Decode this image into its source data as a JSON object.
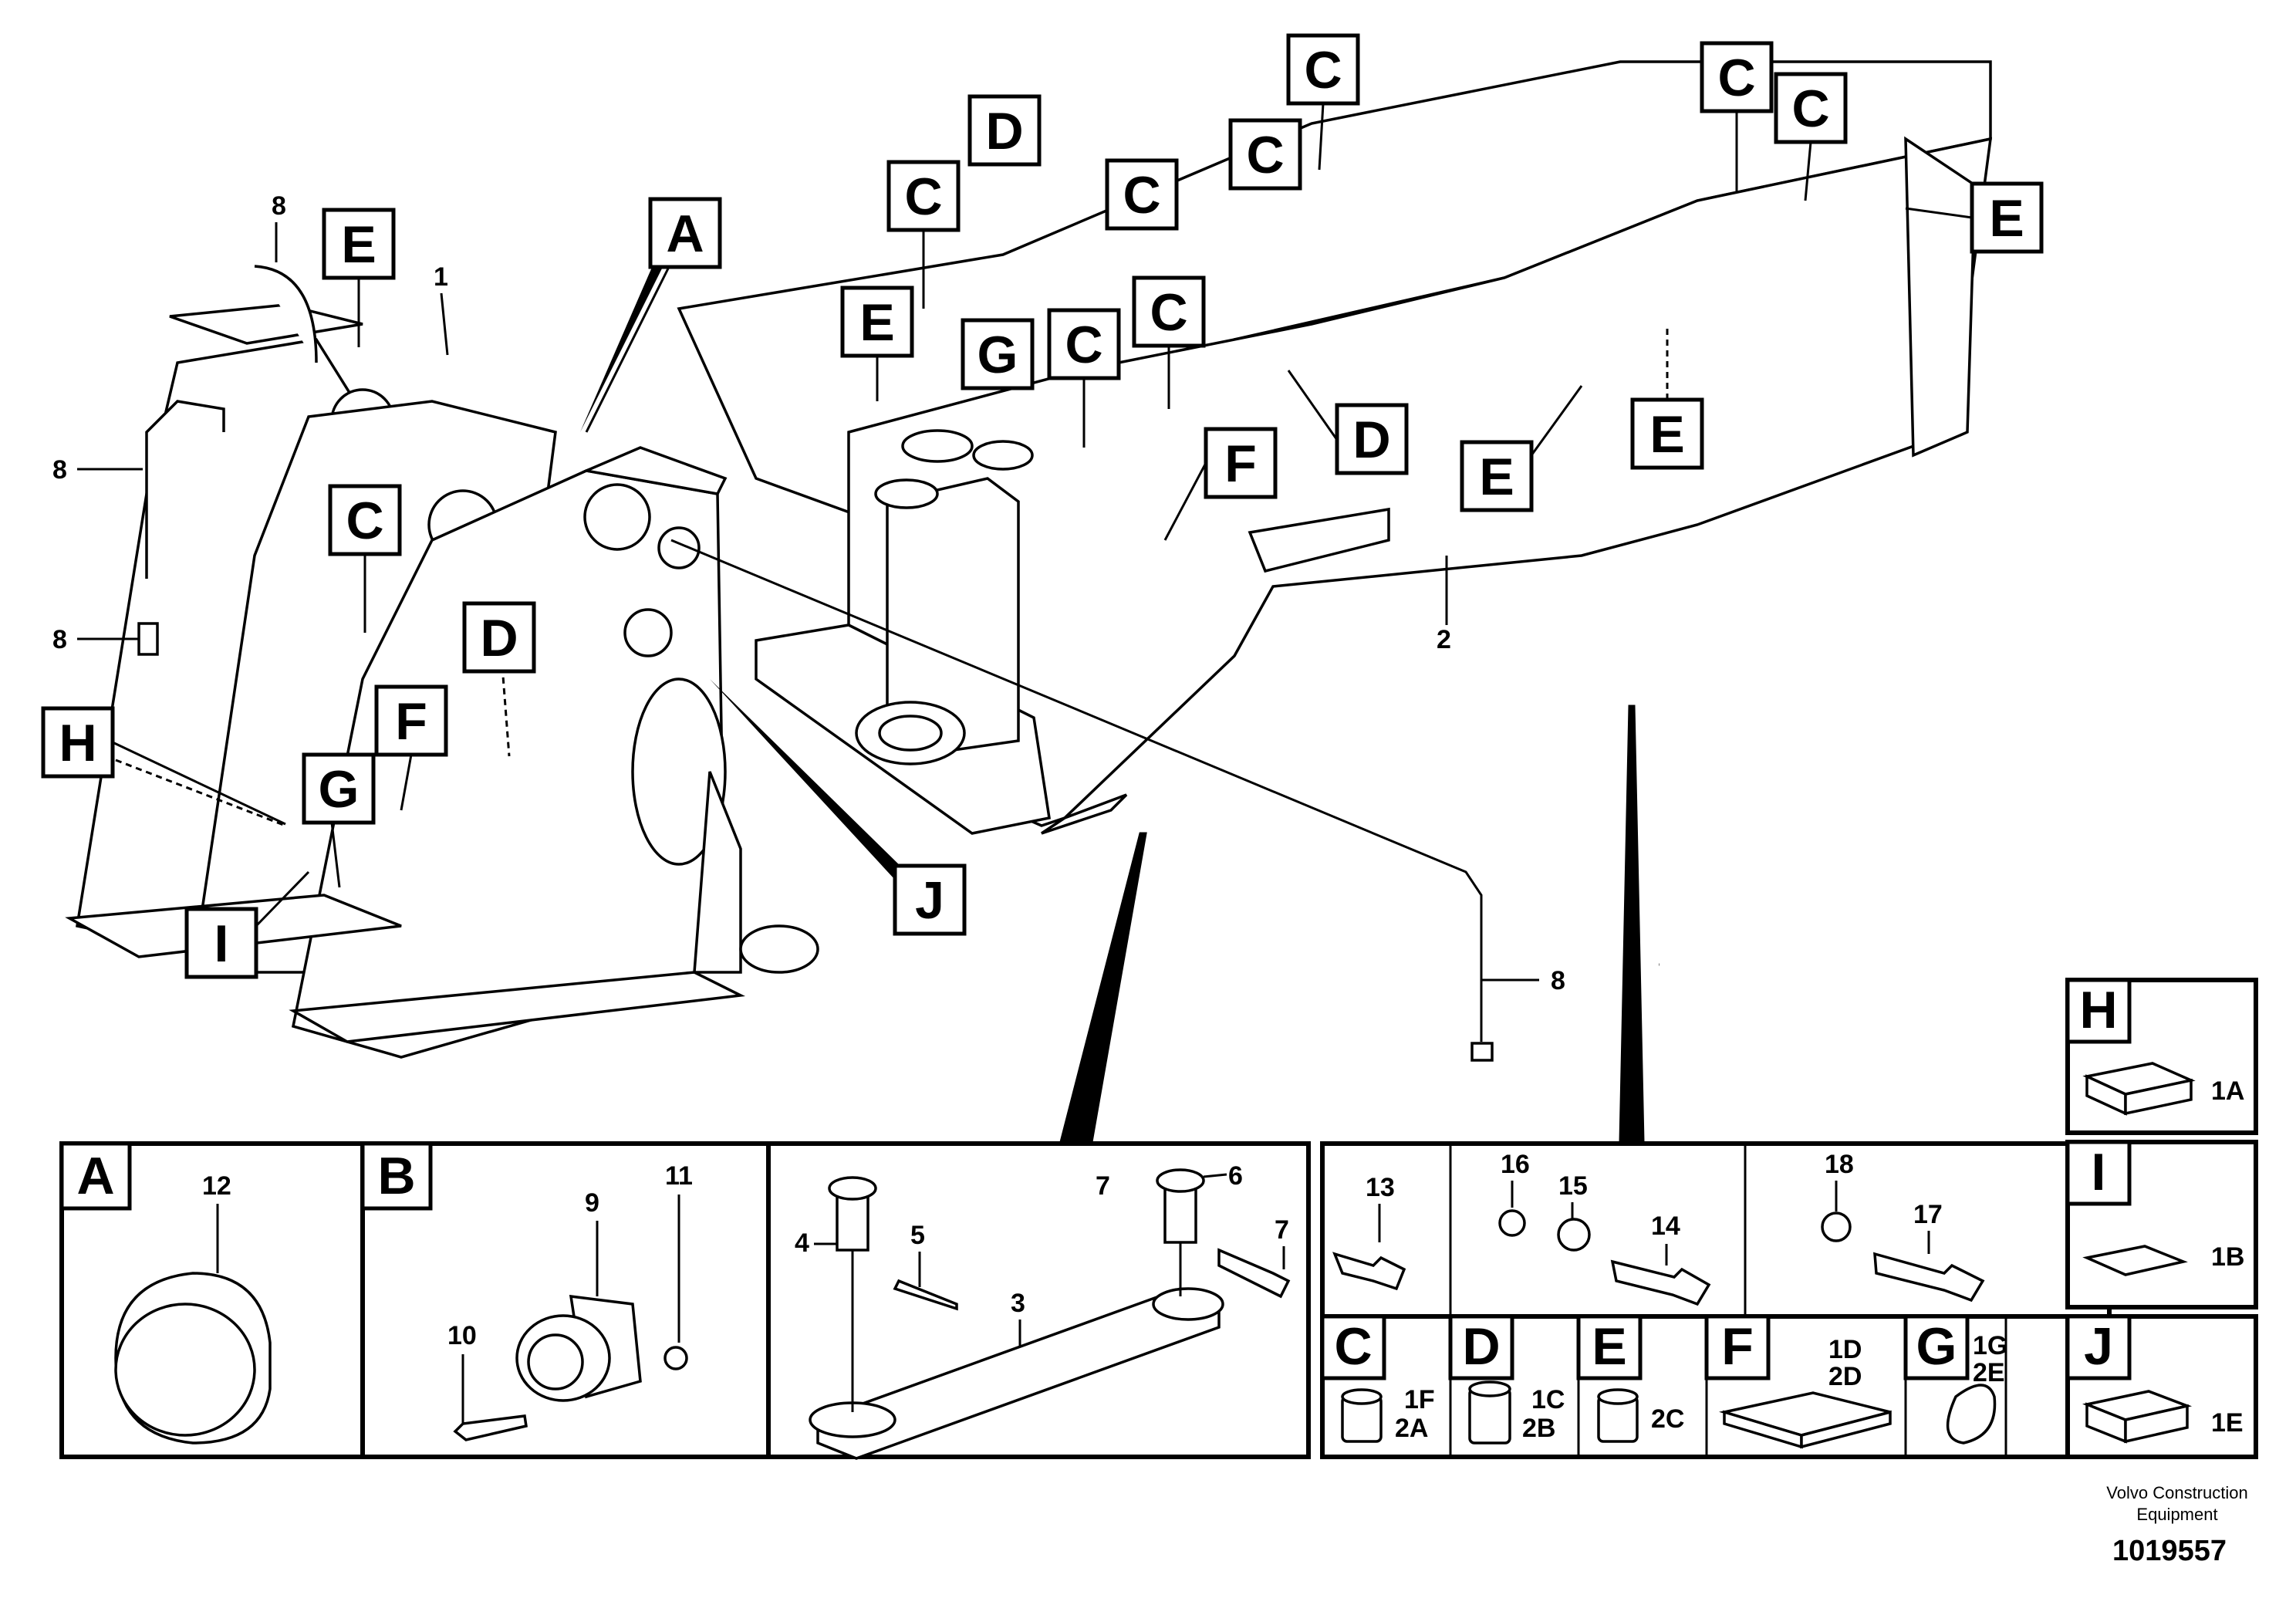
{
  "callouts": {
    "c_top1": "C",
    "d_left": "D",
    "c_left1": "C",
    "c_mid1": "C",
    "c_mid2": "C",
    "e_mid": "E",
    "g_mid": "G",
    "c_mid3": "C",
    "c_mid4": "C",
    "d_mid": "D",
    "f_mid": "F",
    "c_right1": "C",
    "c_right2": "C",
    "e_right1": "E",
    "e_right2": "E",
    "e_right3": "E",
    "a_main": "A",
    "e_leftframe": "E",
    "c_leftframe": "C",
    "d_leftframe": "D",
    "f_leftframe": "F",
    "g_leftframe": "G",
    "h_leftframe": "H",
    "i_leftframe": "I",
    "j_main": "J"
  },
  "part_numbers": {
    "p8_top": "8",
    "p1": "1",
    "p8_left": "8",
    "p8_bottom": "8",
    "p2": "2",
    "p8_right": "8"
  },
  "panel_a": {
    "letter": "A",
    "p12": "12"
  },
  "panel_b": {
    "letter": "B",
    "p9": "9",
    "p10": "10",
    "p11": "11"
  },
  "panel_link": {
    "p3": "3",
    "p4": "4",
    "p5": "5",
    "p6": "6",
    "p7a": "7",
    "p7b": "7"
  },
  "panel_bolts": {
    "p13": "13",
    "p14": "14",
    "p15": "15",
    "p16": "16",
    "p17": "17",
    "p18": "18"
  },
  "legend": {
    "h": {
      "letter": "H",
      "code": "1A"
    },
    "i": {
      "letter": "I",
      "code": "1B"
    },
    "j": {
      "letter": "J",
      "code": "1E"
    },
    "c": {
      "letter": "C",
      "code1": "1F",
      "code2": "2A"
    },
    "d": {
      "letter": "D",
      "code1": "1C",
      "code2": "2B"
    },
    "e": {
      "letter": "E",
      "code1": "2C"
    },
    "f": {
      "letter": "F",
      "code1": "1D",
      "code2": "2D"
    },
    "g": {
      "letter": "G",
      "code1": "1G",
      "code2": "2E"
    }
  },
  "footer": {
    "brand_line1": "Volvo Construction",
    "brand_line2": "Equipment",
    "doc_number": "1019557"
  }
}
